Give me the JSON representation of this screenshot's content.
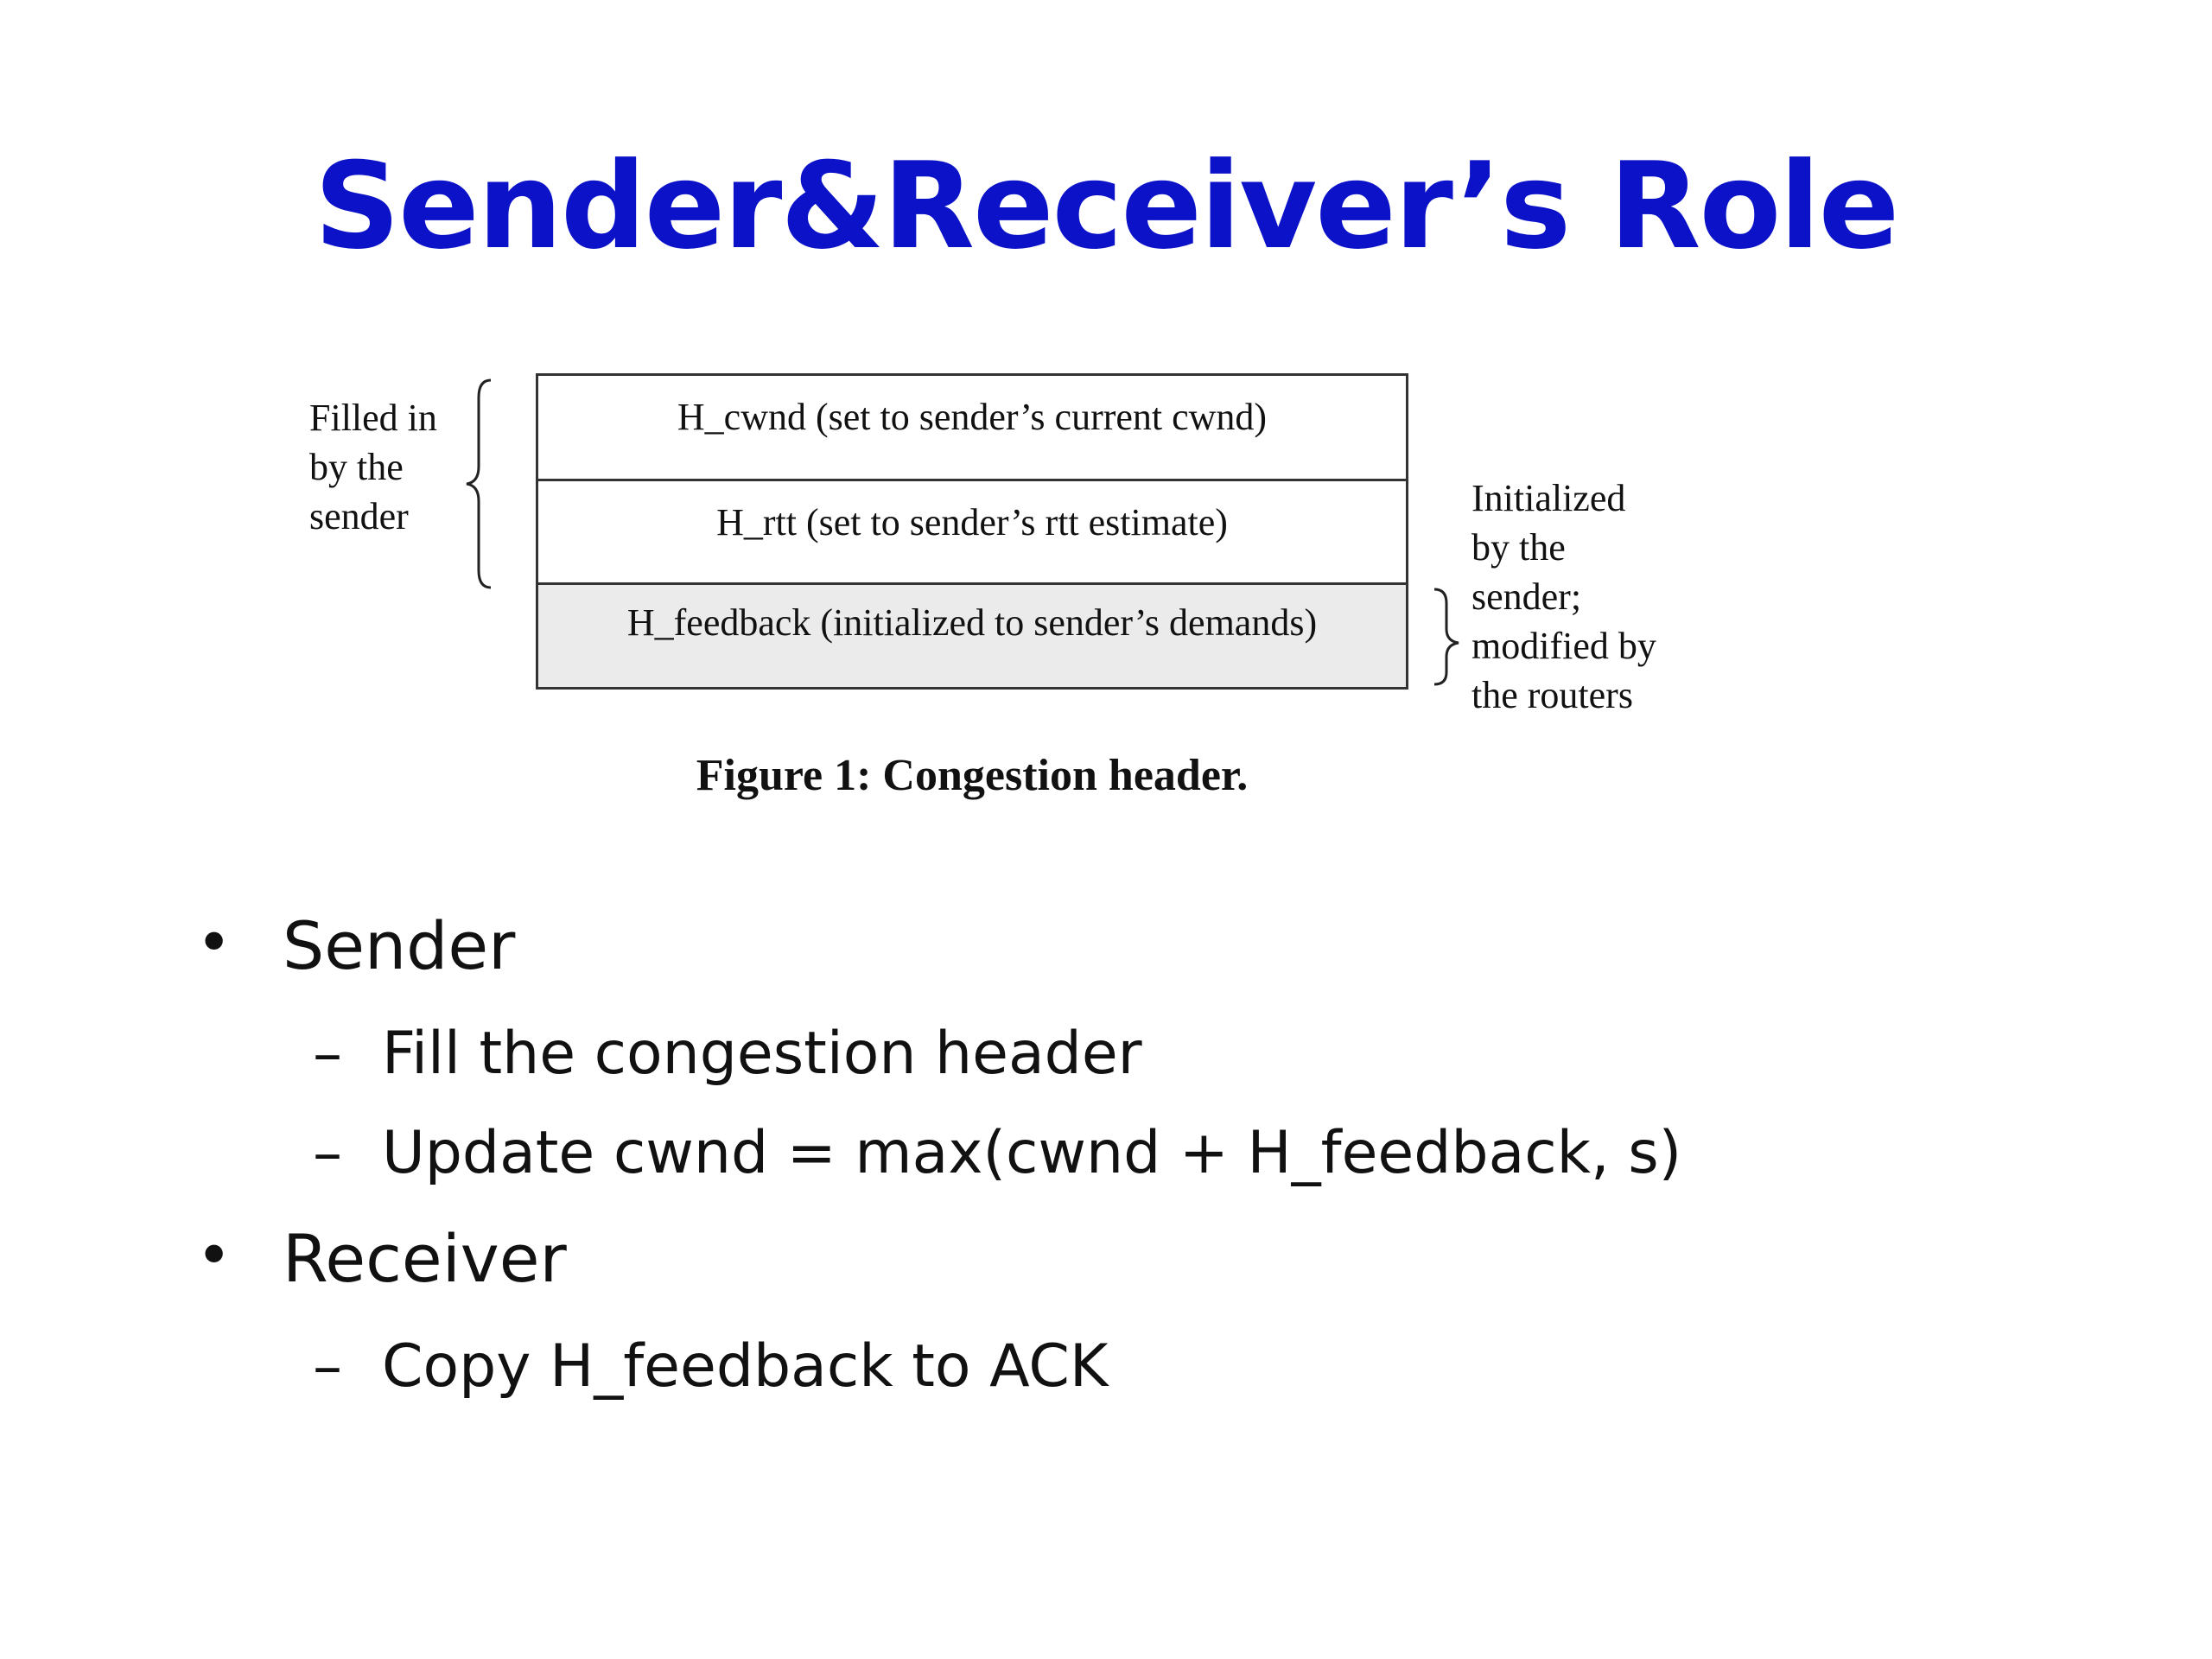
{
  "title": "Sender&Receiver’s Role",
  "figure": {
    "left_note": [
      "Filled in",
      "by the",
      "sender"
    ],
    "right_note": [
      "Initialized",
      "by the",
      "sender;",
      "modified by",
      "the routers"
    ],
    "rows": [
      "H_cwnd (set to sender’s current cwnd)",
      "H_rtt (set to sender’s rtt estimate)",
      "H_feedback  (initialized to sender’s demands)"
    ],
    "caption": "Figure 1: Congestion header."
  },
  "bullets": {
    "sender": {
      "label": "Sender",
      "items": [
        "Fill the congestion header",
        "Update cwnd = max(cwnd + H_feedback, s)"
      ]
    },
    "receiver": {
      "label": "Receiver",
      "items": [
        "Copy H_feedback to ACK"
      ]
    },
    "bullet_mark": "•",
    "dash_mark": "–"
  }
}
